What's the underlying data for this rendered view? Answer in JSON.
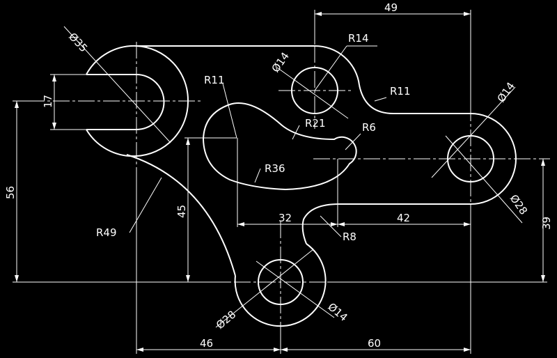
{
  "colors": {
    "background": "#000000",
    "lines": "#ffffff"
  },
  "dimensions": {
    "width_49": "49",
    "radius_r14": "R14",
    "dia_35": "Ø35",
    "dia_14_top": "Ø14",
    "width_17": "17",
    "radius_r11_left": "R11",
    "radius_r11_right": "R11",
    "radius_r21": "R21",
    "radius_r6": "R6",
    "dia_14_right": "Ø14",
    "height_56": "56",
    "radius_r36": "R36",
    "height_45": "45",
    "dia_28_right": "Ø28",
    "width_32": "32",
    "width_42": "42",
    "height_39": "39",
    "radius_r49": "R49",
    "radius_r8": "R8",
    "dia_28_bottom": "Ø28",
    "dia_14_bottom": "Ø14",
    "width_46": "46",
    "width_60": "60"
  }
}
